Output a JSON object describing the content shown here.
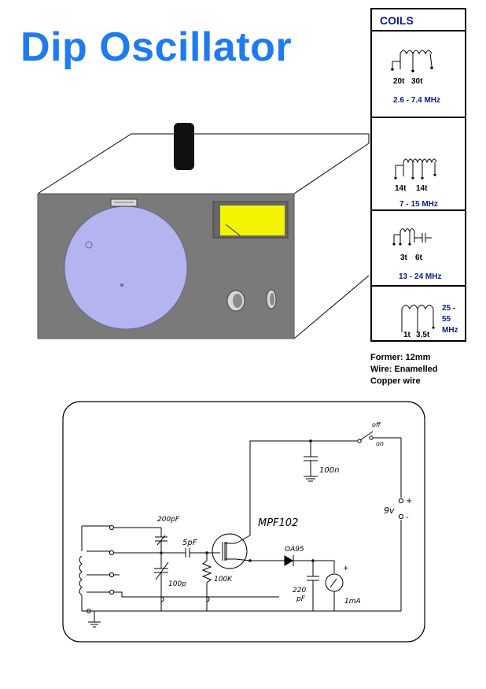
{
  "title": "Dip Oscillator",
  "coils": {
    "header": "COILS",
    "rows": [
      {
        "turns_a": "20t",
        "turns_b": "30t",
        "range": "2.6 - 7.4 MHz"
      },
      {
        "turns_a": "14t",
        "turns_b": "14t",
        "range": "7 - 15 MHz"
      },
      {
        "turns_a": "3t",
        "turns_b": "6t",
        "range": "13 - 24 MHz"
      },
      {
        "turns_a": "1t",
        "turns_b": "3.5t",
        "range_line1": "25 -",
        "range_line2": "55",
        "range_line3": "MHz"
      }
    ]
  },
  "notes": {
    "former": "Former: 12mm",
    "wire": "Wire: Enamelled",
    "copper": "Copper wire"
  },
  "schematic": {
    "off": "off",
    "on": "on",
    "cap_100n": "100n",
    "battery": "9v",
    "plus": "+",
    "minus": "-",
    "transistor": "MPF102",
    "cap_200pf": "200pF",
    "cap_5pf": "5pF",
    "vc_100p": "100p",
    "res_100k": "100K",
    "diode": "OA95",
    "cap_220pf_1": "220",
    "cap_220pf_2": "pF",
    "meter": "1mA",
    "meter_plus": "+"
  },
  "colors": {
    "title": "#1e7bf0",
    "box_front": "#7a7a7a",
    "dial": "#b4b4f0",
    "meter_face": "#f4f400",
    "knob": "#111111",
    "freq_text": "#0a1a8a"
  }
}
